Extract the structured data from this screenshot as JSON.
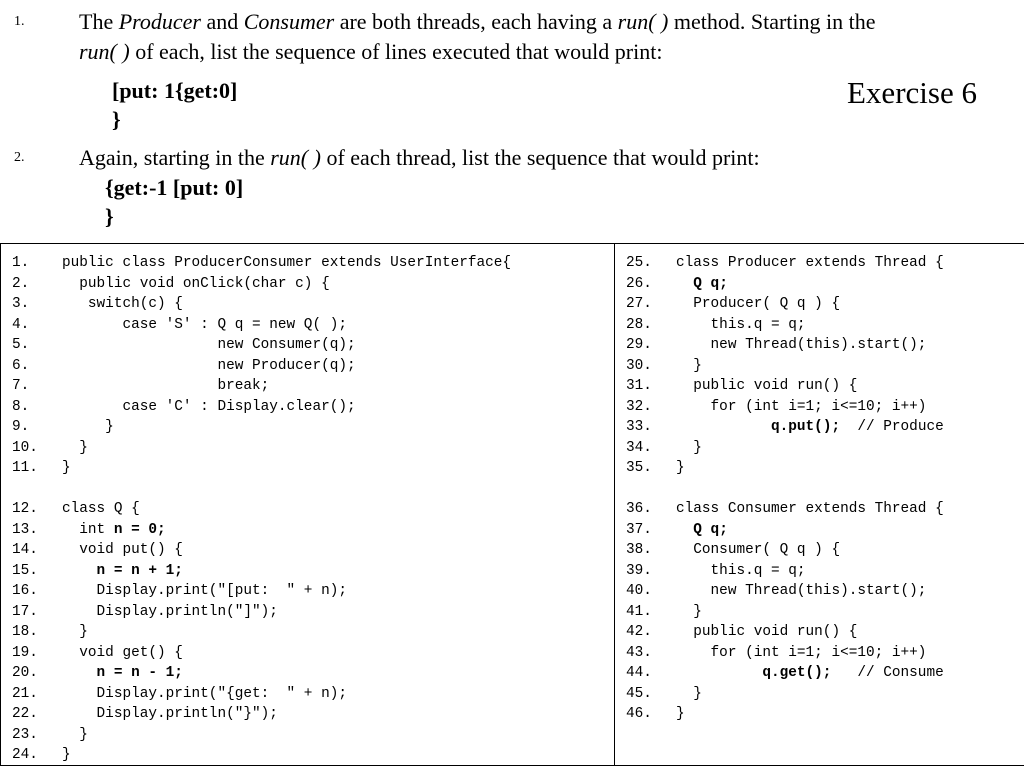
{
  "title": "Exercise 6",
  "questions": [
    {
      "number": "1.",
      "parts": [
        "The ",
        "Producer",
        " and ",
        "Consumer",
        " are both threads, each having a ",
        "run( )",
        " method. Starting in the"
      ],
      "line2": [
        "run( )",
        " of each, list the sequence of lines executed that would print:"
      ],
      "answer": [
        "[put: 1{get:0]",
        "}"
      ]
    },
    {
      "number": "2.",
      "parts": [
        "Again, starting in the ",
        "run( )",
        " of each thread, list the sequence that would print:"
      ],
      "answer": [
        "{get:-1 [put: 0]",
        "}"
      ]
    }
  ],
  "code_left": [
    {
      "n": "1.",
      "segs": [
        {
          "t": "public class ProducerConsumer extends UserInterface{"
        }
      ]
    },
    {
      "n": "2.",
      "segs": [
        {
          "t": "  public void onClick(char c) {"
        }
      ]
    },
    {
      "n": "3.",
      "segs": [
        {
          "t": "   switch(c) {"
        }
      ]
    },
    {
      "n": "4.",
      "segs": [
        {
          "t": "       case 'S' : Q q = new Q( );"
        }
      ]
    },
    {
      "n": "5.",
      "segs": [
        {
          "t": "                  new Consumer(q);"
        }
      ]
    },
    {
      "n": "6.",
      "segs": [
        {
          "t": "                  new Producer(q);"
        }
      ]
    },
    {
      "n": "7.",
      "segs": [
        {
          "t": "                  break;"
        }
      ]
    },
    {
      "n": "8.",
      "segs": [
        {
          "t": "       case 'C' : Display.clear();"
        }
      ]
    },
    {
      "n": "9.",
      "segs": [
        {
          "t": "     }"
        }
      ]
    },
    {
      "n": "10.",
      "segs": [
        {
          "t": "  }"
        }
      ]
    },
    {
      "n": "11.",
      "segs": [
        {
          "t": "}"
        }
      ]
    },
    {
      "n": "",
      "segs": []
    },
    {
      "n": "12.",
      "segs": [
        {
          "t": "class Q {"
        }
      ]
    },
    {
      "n": "13.",
      "segs": [
        {
          "t": "  int "
        },
        {
          "t": "n = 0;",
          "b": true
        }
      ]
    },
    {
      "n": "14.",
      "segs": [
        {
          "t": "  void put() {"
        }
      ]
    },
    {
      "n": "15.",
      "segs": [
        {
          "t": "    "
        },
        {
          "t": "n = n + 1;",
          "b": true
        }
      ]
    },
    {
      "n": "16.",
      "segs": [
        {
          "t": "    Display.print(\"[put:  \" + n);"
        }
      ]
    },
    {
      "n": "17.",
      "segs": [
        {
          "t": "    Display.println(\"]\");"
        }
      ]
    },
    {
      "n": "18.",
      "segs": [
        {
          "t": "  }"
        }
      ]
    },
    {
      "n": "19.",
      "segs": [
        {
          "t": "  void get() {"
        }
      ]
    },
    {
      "n": "20.",
      "segs": [
        {
          "t": "    "
        },
        {
          "t": "n = n - 1;",
          "b": true
        }
      ]
    },
    {
      "n": "21.",
      "segs": [
        {
          "t": "    Display.print(\"{get:  \" + n);"
        }
      ]
    },
    {
      "n": "22.",
      "segs": [
        {
          "t": "    Display.println(\"}\");"
        }
      ]
    },
    {
      "n": "23.",
      "segs": [
        {
          "t": "  }"
        }
      ]
    },
    {
      "n": "24.",
      "segs": [
        {
          "t": "}"
        }
      ]
    }
  ],
  "code_right": [
    {
      "n": "25.",
      "segs": [
        {
          "t": "class Producer extends Thread {"
        }
      ]
    },
    {
      "n": "26.",
      "segs": [
        {
          "t": "  "
        },
        {
          "t": "Q q;",
          "b": true
        }
      ]
    },
    {
      "n": "27.",
      "segs": [
        {
          "t": "  Producer( Q q ) {"
        }
      ]
    },
    {
      "n": "28.",
      "segs": [
        {
          "t": "    this.q = q;"
        }
      ]
    },
    {
      "n": "29.",
      "segs": [
        {
          "t": "    new Thread(this).start();"
        }
      ]
    },
    {
      "n": "30.",
      "segs": [
        {
          "t": "  }"
        }
      ]
    },
    {
      "n": "31.",
      "segs": [
        {
          "t": "  public void run() {"
        }
      ]
    },
    {
      "n": "32.",
      "segs": [
        {
          "t": "    for (int i=1; i<=10; i++)"
        }
      ]
    },
    {
      "n": "33.",
      "segs": [
        {
          "t": "           "
        },
        {
          "t": "q.put();",
          "b": true
        },
        {
          "t": "  // Produce"
        }
      ]
    },
    {
      "n": "34.",
      "segs": [
        {
          "t": "  }"
        }
      ]
    },
    {
      "n": "35.",
      "segs": [
        {
          "t": "}"
        }
      ]
    },
    {
      "n": "",
      "segs": []
    },
    {
      "n": "36.",
      "segs": [
        {
          "t": "class Consumer extends Thread {"
        }
      ]
    },
    {
      "n": "37.",
      "segs": [
        {
          "t": "  "
        },
        {
          "t": "Q q;",
          "b": true
        }
      ]
    },
    {
      "n": "38.",
      "segs": [
        {
          "t": "  Consumer( Q q ) {"
        }
      ]
    },
    {
      "n": "39.",
      "segs": [
        {
          "t": "    this.q = q;"
        }
      ]
    },
    {
      "n": "40.",
      "segs": [
        {
          "t": "    new Thread(this).start();"
        }
      ]
    },
    {
      "n": "41.",
      "segs": [
        {
          "t": "  }"
        }
      ]
    },
    {
      "n": "42.",
      "segs": [
        {
          "t": "  public void run() {"
        }
      ]
    },
    {
      "n": "43.",
      "segs": [
        {
          "t": "    for (int i=1; i<=10; i++)"
        }
      ]
    },
    {
      "n": "44.",
      "segs": [
        {
          "t": "          "
        },
        {
          "t": "q.get();",
          "b": true
        },
        {
          "t": "   // Consume"
        }
      ]
    },
    {
      "n": "45.",
      "segs": [
        {
          "t": "  }"
        }
      ]
    },
    {
      "n": "46.",
      "segs": [
        {
          "t": "}"
        }
      ]
    }
  ]
}
